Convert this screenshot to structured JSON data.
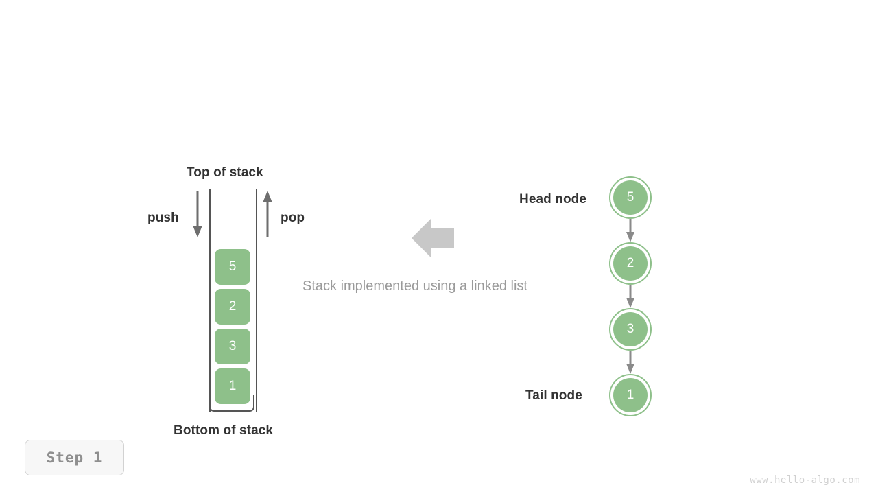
{
  "diagram": {
    "caption": "Stack implemented using a linked list",
    "center_arrow_icon": "left-block-arrow-icon"
  },
  "stack": {
    "top_label": "Top of stack",
    "bottom_label": "Bottom of stack",
    "push_label": "push",
    "pop_label": "pop",
    "push_arrow_icon": "arrow-down-icon",
    "pop_arrow_icon": "arrow-up-icon",
    "cells": [
      {
        "value": "5"
      },
      {
        "value": "2"
      },
      {
        "value": "3"
      },
      {
        "value": "1"
      }
    ]
  },
  "linked_list": {
    "head_label": "Head node",
    "tail_label": "Tail node",
    "link_arrow_icon": "arrow-down-icon",
    "nodes": [
      {
        "value": "5"
      },
      {
        "value": "2"
      },
      {
        "value": "3"
      },
      {
        "value": "1"
      }
    ]
  },
  "footer": {
    "step_label": "Step 1",
    "watermark": "www.hello-algo.com"
  },
  "colors": {
    "node_green": "#8ec08a",
    "text_dark": "#333333",
    "text_gray": "#9a9a9a",
    "arrow_gray": "#6e6e6e",
    "block_arrow_gray": "#c8c8c8",
    "wall_gray": "#555555"
  }
}
